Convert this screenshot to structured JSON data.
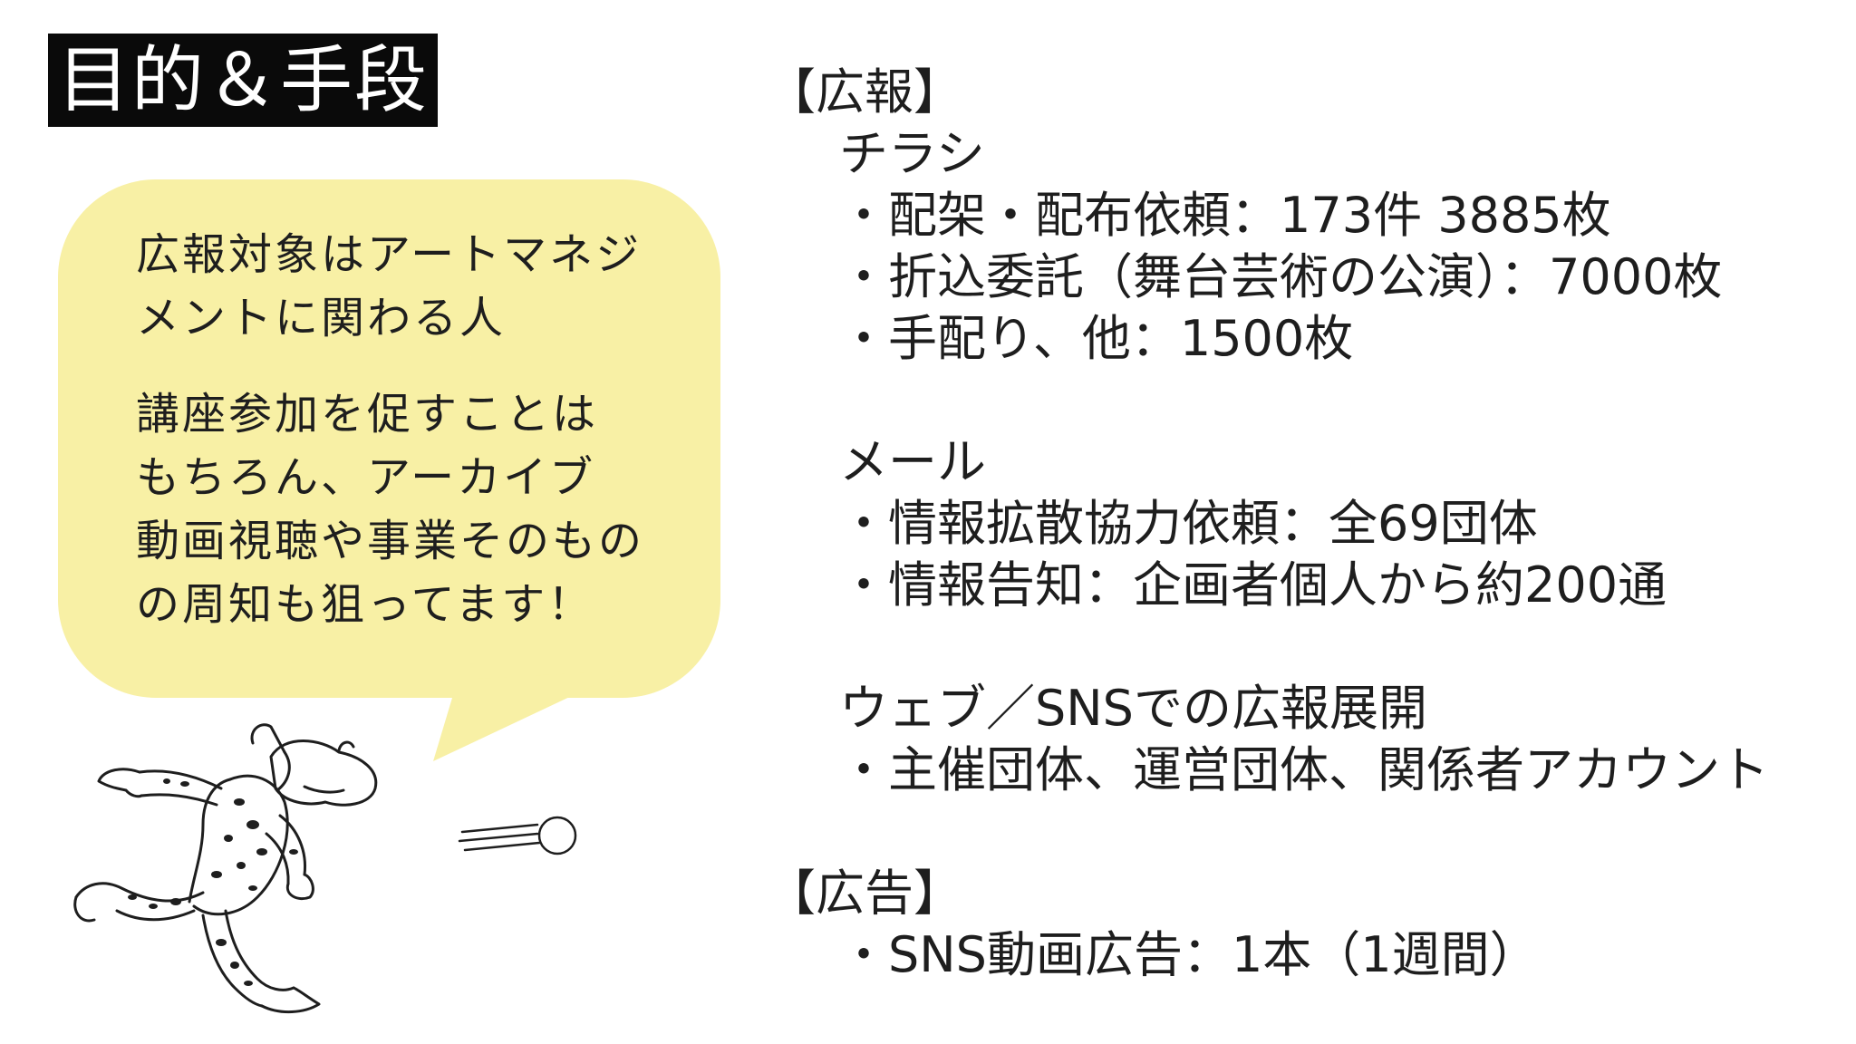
{
  "title": "目的＆手段",
  "bubble": {
    "paragraph1": [
      "広報対象はアートマネジ",
      "メントに関わる人"
    ],
    "paragraph2": [
      "講座参加を促すことは",
      "もちろん、アーカイブ",
      "動画視聴や事業そのもの",
      "の周知も狙ってます！"
    ],
    "color": "#f8f0a5"
  },
  "sections": {
    "pr": {
      "heading": "【広報】",
      "flyer": {
        "label": "チラシ",
        "items": [
          "・配架・配布依頼：173件 3885枚",
          "・折込委託（舞台芸術の公演）：7000枚",
          "・手配り、他：1500枚"
        ]
      },
      "mail": {
        "label": "メール",
        "items": [
          "・情報拡散協力依頼：全69団体",
          "・情報告知：企画者個人から約200通"
        ]
      },
      "web": {
        "label": "ウェブ／SNSでの広報展開",
        "items": [
          "・主催団体、運営団体、関係者アカウント"
        ]
      }
    },
    "ads": {
      "heading": "【広告】",
      "items": [
        "・SNS動画広告：1本（1週間）"
      ]
    }
  },
  "illustration": {
    "character": "frog-throwing-icon",
    "ball": "ball-icon"
  }
}
